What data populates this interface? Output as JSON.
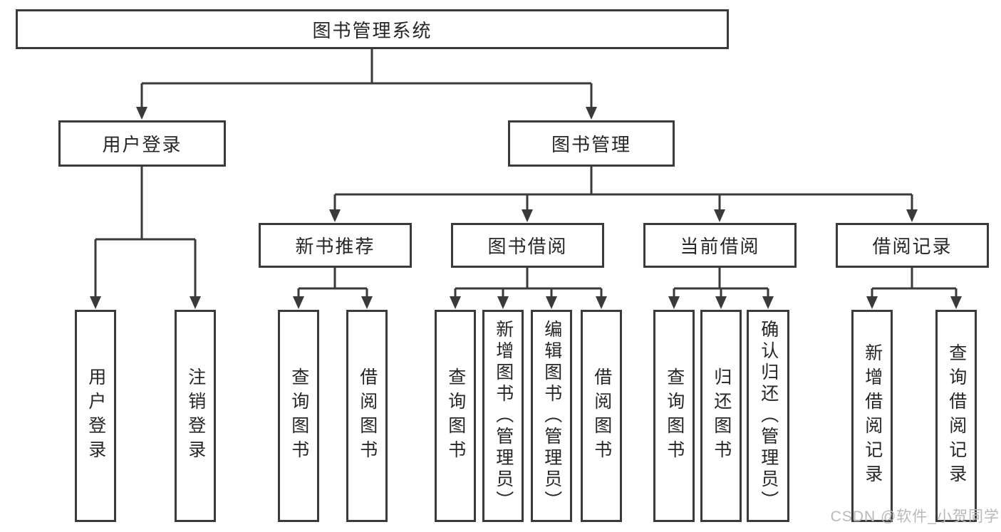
{
  "diagram": {
    "root": {
      "label": "图书管理系统"
    },
    "level2": [
      {
        "label": "用户登录"
      },
      {
        "label": "图书管理"
      }
    ],
    "level3": [
      {
        "label": "新书推荐"
      },
      {
        "label": "图书借阅"
      },
      {
        "label": "当前借阅"
      },
      {
        "label": "借阅记录"
      }
    ],
    "leaves": [
      {
        "label": "用户登录"
      },
      {
        "label": "注销登录"
      },
      {
        "label": "查询图书"
      },
      {
        "label": "借阅图书"
      },
      {
        "label": "查询图书"
      },
      {
        "label": "新增图书（管理员）"
      },
      {
        "label": "编辑图书（管理员）"
      },
      {
        "label": "借阅图书"
      },
      {
        "label": "查询图书"
      },
      {
        "label": "归还图书"
      },
      {
        "label": "确认归还（管理员）"
      },
      {
        "label": "新增借阅记录"
      },
      {
        "label": "查询借阅记录"
      }
    ]
  },
  "watermark": "CSDN @软件_小贺同学",
  "colors": {
    "line": "#3a3a3a",
    "box_border": "#3a3a3a",
    "text": "#262626",
    "background": "#ffffff",
    "watermark": "#b9b9b9"
  }
}
